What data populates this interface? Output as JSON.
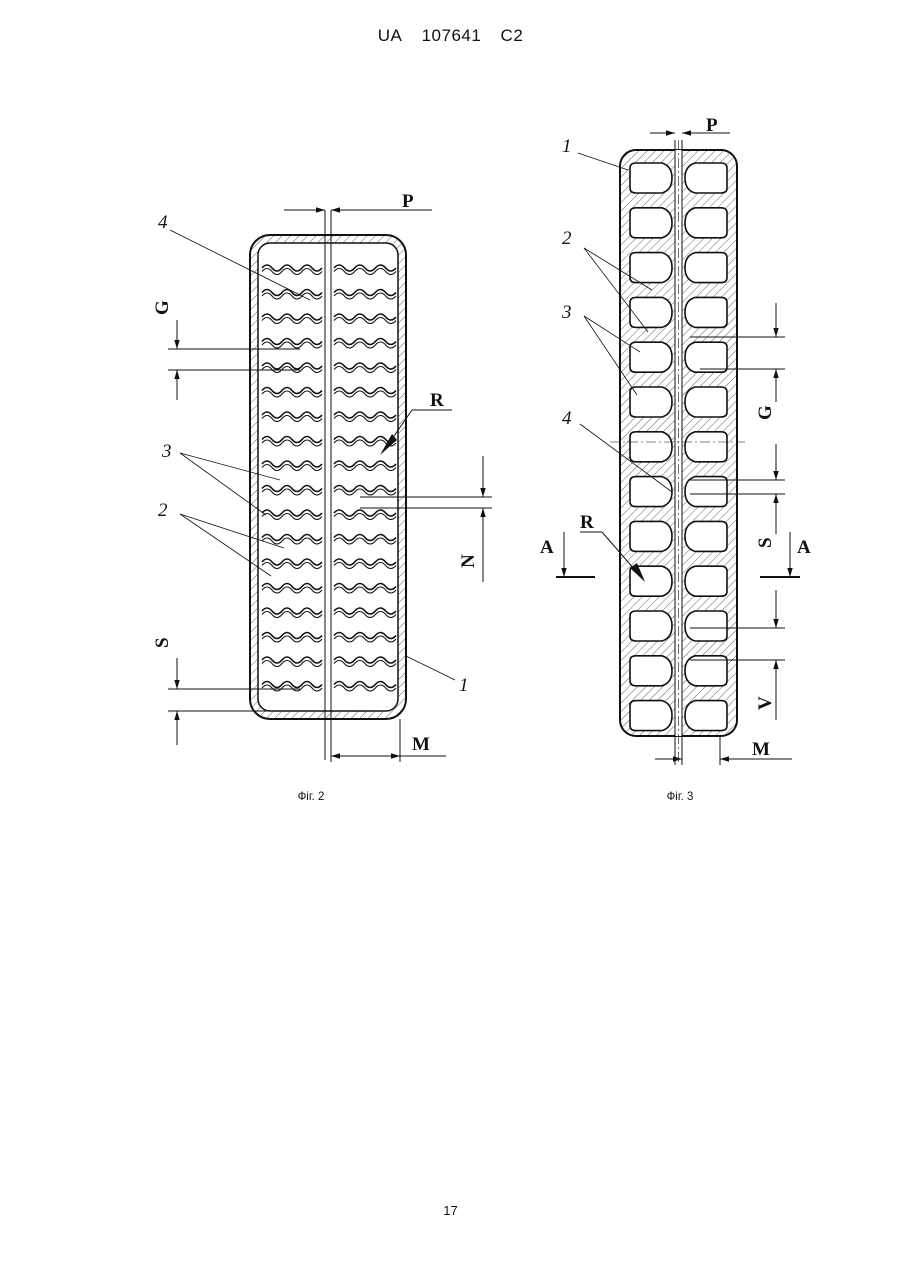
{
  "header": {
    "country": "UA",
    "number": "107641",
    "kind": "C2"
  },
  "page_number": "17",
  "figures": [
    {
      "caption": "Фіг. 2",
      "labels": {
        "P": "P",
        "G": "G",
        "R": "R",
        "N": "N",
        "S": "S",
        "M": "M",
        "n4": "4",
        "n3": "3",
        "n2": "2",
        "n1": "1"
      }
    },
    {
      "caption": "Фіг. 3",
      "labels": {
        "P": "P",
        "G": "G",
        "S": "S",
        "V": "V",
        "M": "M",
        "R": "R",
        "A_left": "A",
        "A_right": "A",
        "n1": "1",
        "n2": "2",
        "n3": "3",
        "n4": "4"
      }
    }
  ],
  "colors": {
    "ink": "#111111",
    "hatch": "#555555"
  }
}
